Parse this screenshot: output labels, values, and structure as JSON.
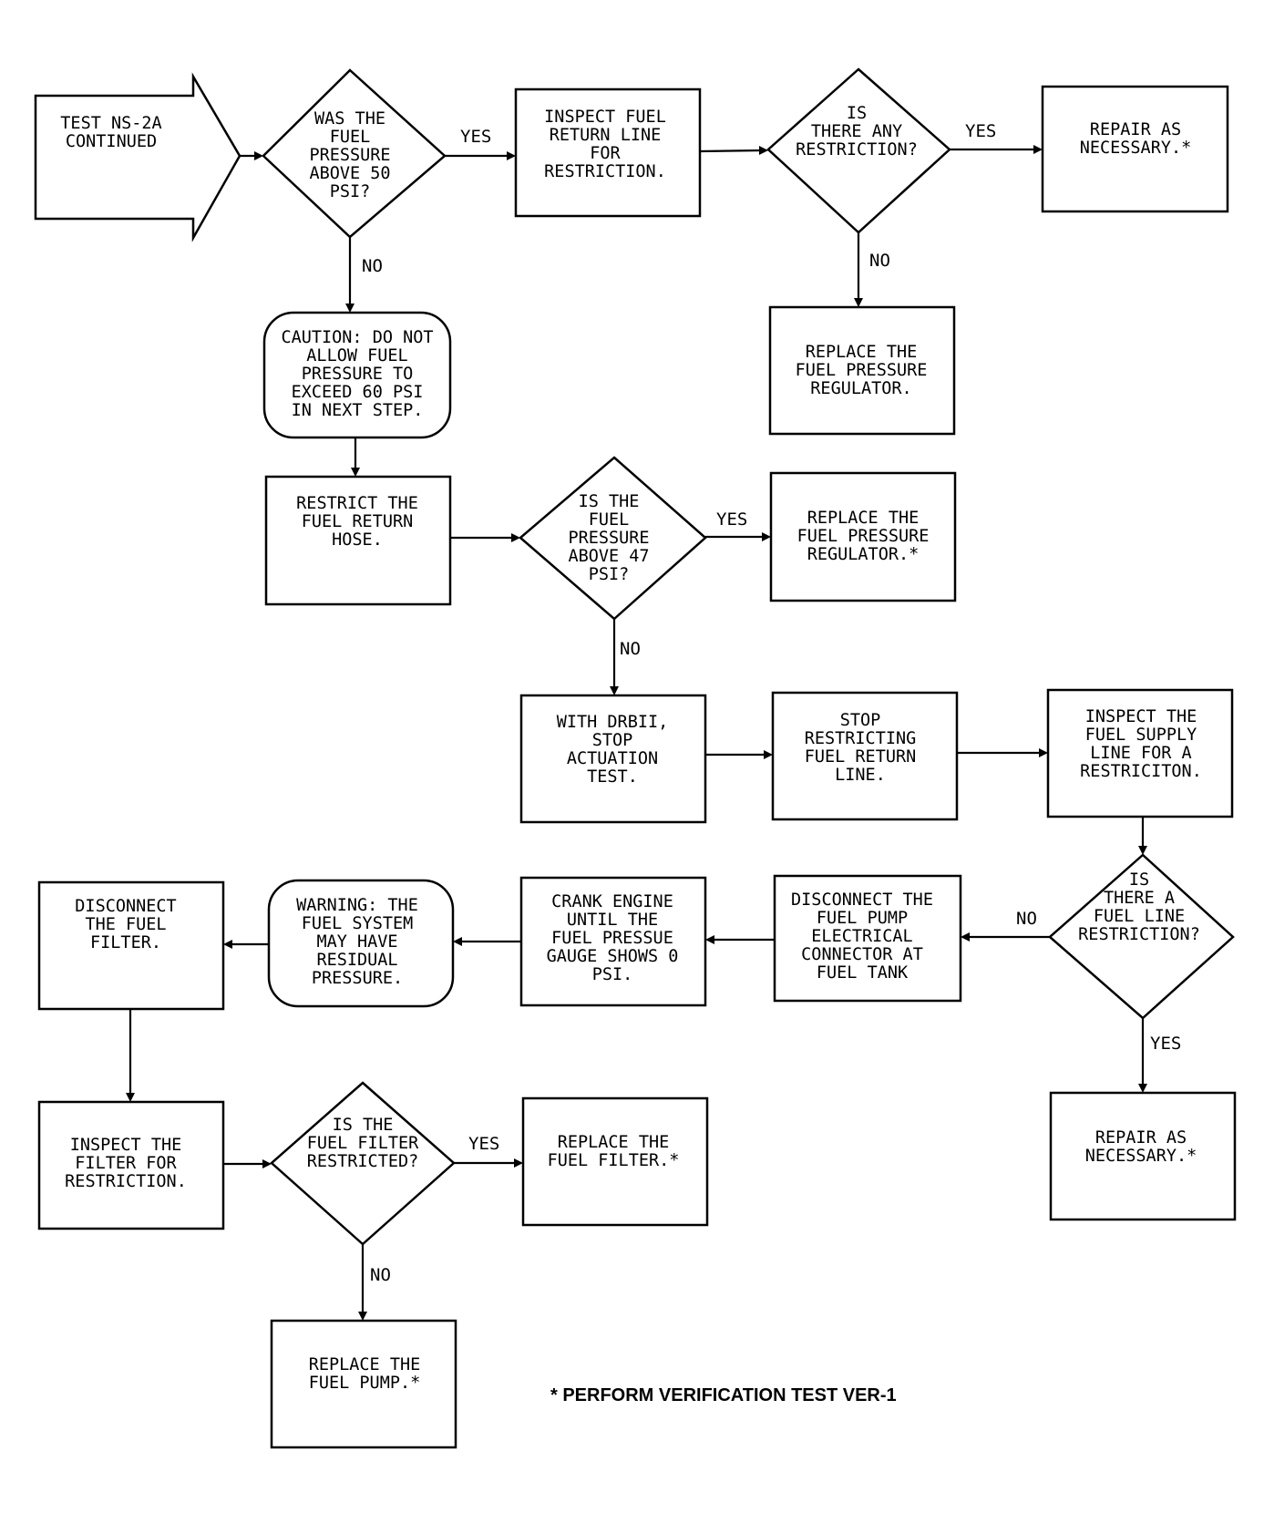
{
  "nodes": {
    "start": [
      "TEST NS-2A",
      "CONTINUED"
    ],
    "d1": [
      "WAS THE",
      "FUEL",
      "PRESSURE",
      "ABOVE 50",
      "PSI?"
    ],
    "b_inspect_return": [
      "INSPECT FUEL",
      "RETURN LINE",
      "FOR",
      "RESTRICTION."
    ],
    "d2": [
      "IS",
      "THERE ANY",
      "RESTRICTION?"
    ],
    "b_repair1": [
      "REPAIR AS",
      "NECESSARY.*"
    ],
    "b_replace_reg1": [
      "REPLACE THE",
      "FUEL PRESSURE",
      "REGULATOR."
    ],
    "caution": [
      "CAUTION: DO NOT",
      "ALLOW FUEL",
      "PRESSURE TO",
      "EXCEED 60 PSI",
      "IN NEXT STEP."
    ],
    "b_restrict": [
      "RESTRICT THE",
      "FUEL RETURN",
      "HOSE."
    ],
    "d3": [
      "IS THE",
      "FUEL",
      "PRESSURE",
      "ABOVE 47",
      "PSI?"
    ],
    "b_replace_reg2": [
      "REPLACE THE",
      "FUEL PRESSURE",
      "REGULATOR.*"
    ],
    "b_drbii": [
      "WITH DRBII,",
      "STOP",
      "ACTUATION",
      "TEST."
    ],
    "b_stop": [
      "STOP",
      "RESTRICTING",
      "FUEL RETURN",
      "LINE."
    ],
    "b_inspect_supply": [
      "INSPECT THE",
      "FUEL SUPPLY",
      "LINE FOR A",
      "RESTRICITON."
    ],
    "d4": [
      "IS",
      "THERE A",
      "FUEL LINE",
      "RESTRICTION?"
    ],
    "b_repair2": [
      "REPAIR AS",
      "NECESSARY.*"
    ],
    "b_disconnect_pump": [
      "DISCONNECT THE",
      "FUEL PUMP",
      "ELECTRICAL",
      "CONNECTOR AT",
      "FUEL TANK"
    ],
    "b_crank": [
      "CRANK ENGINE",
      "UNTIL THE",
      "FUEL PRESSUE",
      "GAUGE SHOWS 0",
      "PSI."
    ],
    "warning": [
      "WARNING: THE",
      "FUEL SYSTEM",
      "MAY HAVE",
      "RESIDUAL",
      "PRESSURE."
    ],
    "b_disconnect_filter": [
      "DISCONNECT",
      "THE FUEL",
      "FILTER."
    ],
    "b_inspect_filter": [
      "INSPECT THE",
      "FILTER FOR",
      "RESTRICTION."
    ],
    "d5": [
      "IS THE",
      "FUEL FILTER",
      "RESTRICTED?"
    ],
    "b_replace_filter": [
      "REPLACE THE",
      "FUEL FILTER.*"
    ],
    "b_replace_pump": [
      "REPLACE THE",
      "FUEL PUMP.*"
    ]
  },
  "edge_labels": {
    "yes": "YES",
    "no": "NO"
  },
  "footnote": "* PERFORM VERIFICATION TEST VER-1"
}
